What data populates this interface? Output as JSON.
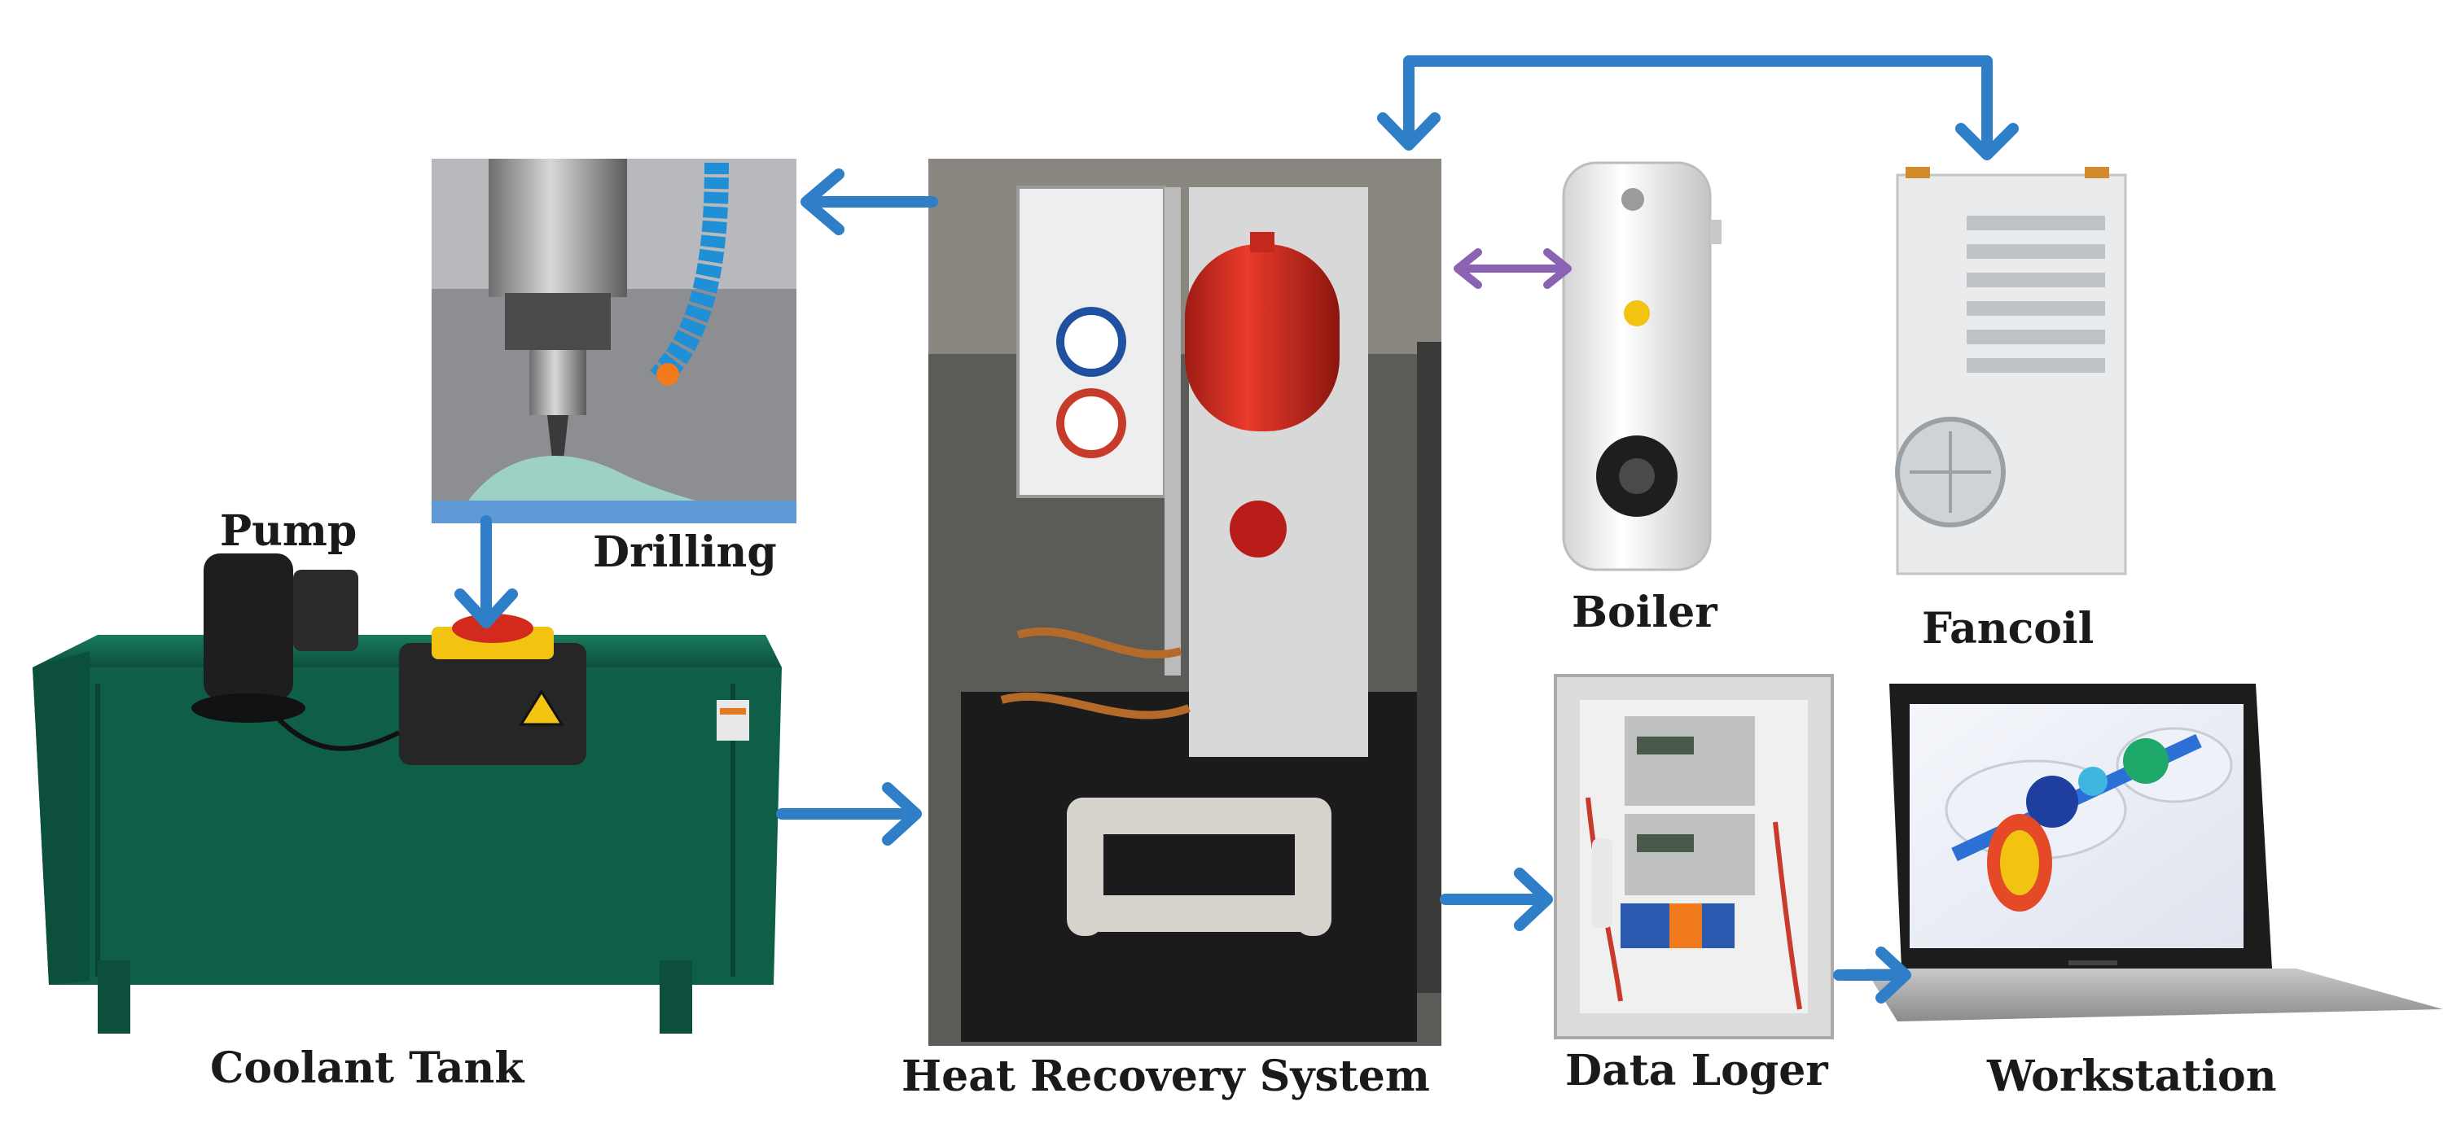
{
  "diagram": {
    "labels": {
      "pump": "Pump",
      "drilling": "Drilling",
      "boiler": "Boiler",
      "fancoil": "Fancoil",
      "coolant_tank": "Coolant Tank",
      "heat_recovery_system": "Heat Recovery System",
      "data_loger": "Data Loger",
      "workstation": "Workstation"
    },
    "colors": {
      "arrow": "#2f7fc8",
      "bidirectional_arrow": "#8a63b5",
      "tank": "#0f5e48",
      "boiler_body": "#f2f2f2",
      "hrs_tank": "#d82e22",
      "label_text": "#1a1a1a"
    },
    "icons": {
      "drilling": "drilling-machine-photo",
      "coolant_tank": "coolant-tank-photo",
      "pump": "pump-motor-photo",
      "heat_recovery_system": "heat-recovery-unit-photo",
      "boiler": "boiler-photo",
      "fancoil": "fancoil-unit-photo",
      "data_loger": "data-logger-cabinet-photo",
      "workstation": "laptop-photo"
    }
  }
}
